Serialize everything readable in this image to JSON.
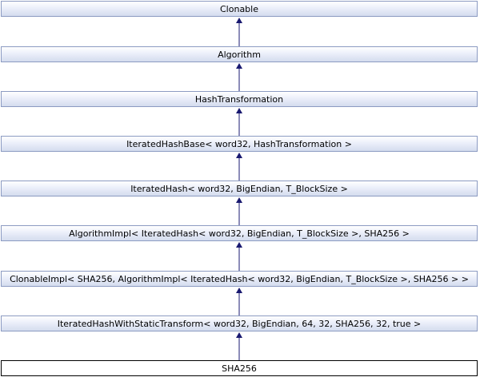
{
  "nodes": [
    "Clonable",
    "Algorithm",
    "HashTransformation",
    "IteratedHashBase< word32, HashTransformation >",
    "IteratedHash< word32, BigEndian, T_BlockSize >",
    "AlgorithmImpl< IteratedHash< word32, BigEndian, T_BlockSize >, SHA256 >",
    "ClonableImpl< SHA256, AlgorithmImpl< IteratedHash< word32, BigEndian, T_BlockSize >, SHA256 > >",
    "IteratedHashWithStaticTransform< word32, BigEndian, 64, 32, SHA256, 32, true >",
    "SHA256"
  ],
  "colors": {
    "edge": "#191970",
    "node_border": "#8c9bc2",
    "current_border": "#000000"
  }
}
